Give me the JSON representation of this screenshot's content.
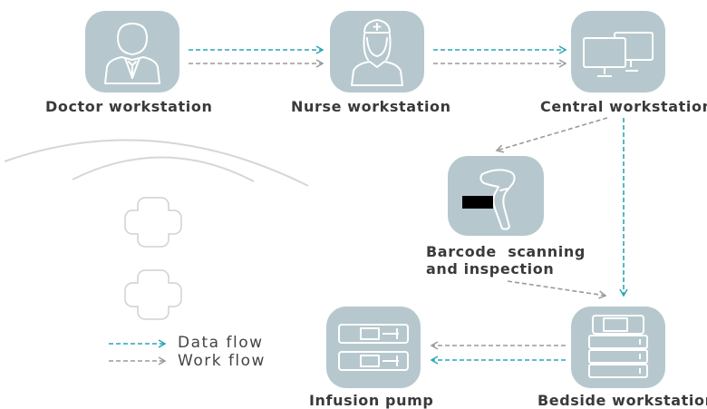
{
  "nodes": {
    "doctor": {
      "label": "Doctor workstation",
      "icon": "doctor-icon"
    },
    "nurse": {
      "label": "Nurse workstation",
      "icon": "nurse-icon"
    },
    "central": {
      "label": "Central workstation",
      "icon": "monitors-icon"
    },
    "barcode": {
      "label_line1": "Barcode  scanning",
      "label_line2": "and inspection",
      "icon": "barcode-scanner-icon"
    },
    "pump": {
      "label": "Infusion pump",
      "icon": "infusion-pump-icon"
    },
    "bedside": {
      "label": "Bedside workstation",
      "icon": "bedside-station-icon"
    }
  },
  "legend": {
    "data_flow": "Data flow",
    "work_flow": "Work flow"
  },
  "colors": {
    "data_flow": "#2aa6b3",
    "work_flow": "#9a9a9a",
    "node_bg": "#b6c8cd",
    "icon_line": "#ffffff"
  }
}
